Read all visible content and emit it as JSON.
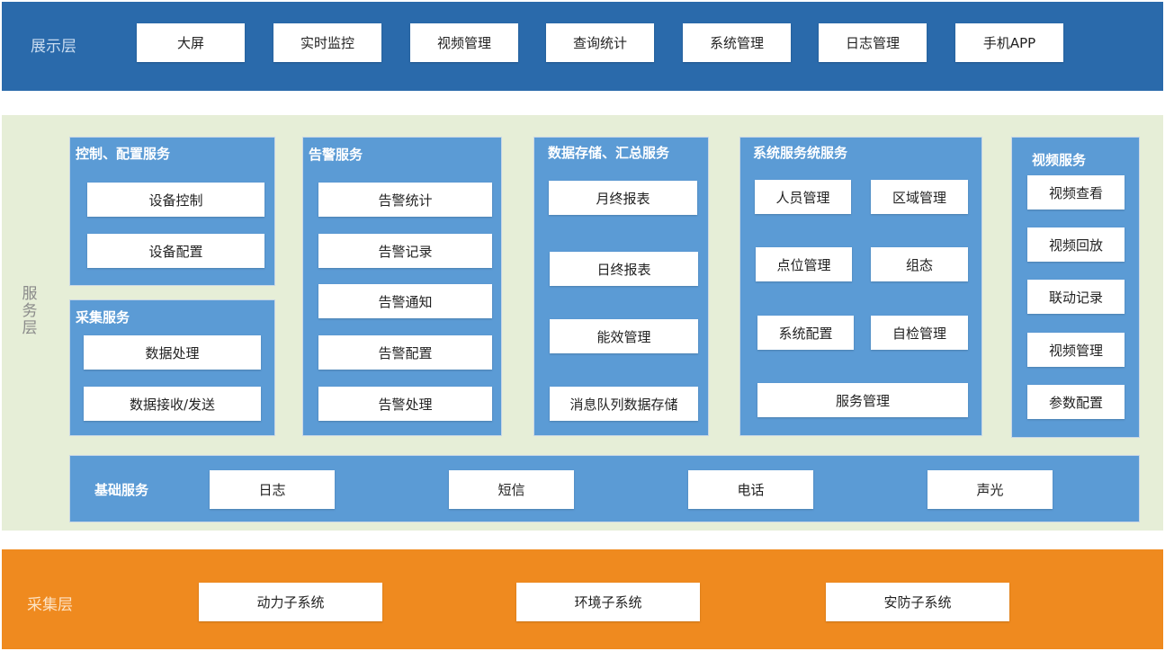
{
  "colors": {
    "presentation_bg": "#2a6aab",
    "service_bg": "#e6eed7",
    "panel_bg": "#5b9bd5",
    "collection_bg": "#ef8a1f",
    "presentation_title": "#c9dcf0",
    "service_title": "#8a8a8a",
    "collection_title": "#fde3c4"
  },
  "presentation": {
    "title": "展示层",
    "items": [
      "大屏",
      "实时监控",
      "视频管理",
      "查询统计",
      "系统管理",
      "日志管理",
      "手机APP"
    ]
  },
  "service": {
    "title": "服务层",
    "control_config": {
      "title": "控制、配置服务",
      "items": [
        "设备控制",
        "设备配置"
      ]
    },
    "collect": {
      "title": "采集服务",
      "items": [
        "数据处理",
        "数据接收/发送"
      ]
    },
    "alarm": {
      "title": "告警服务",
      "items": [
        "告警统计",
        "告警记录",
        "告警通知",
        "告警配置",
        "告警处理"
      ]
    },
    "storage": {
      "title": "数据存储、汇总服务",
      "items": [
        "月终报表",
        "日终报表",
        "能效管理",
        "消息队列数据存储"
      ]
    },
    "system": {
      "title": "系统服务统服务",
      "items": [
        "人员管理",
        "区域管理",
        "点位管理",
        "组态",
        "系统配置",
        "自检管理",
        "服务管理"
      ]
    },
    "video": {
      "title": "视频服务",
      "items": [
        "视频查看",
        "视频回放",
        "联动记录",
        "视频管理",
        "参数配置"
      ]
    },
    "base": {
      "title": "基础服务",
      "items": [
        "日志",
        "短信",
        "电话",
        "声光"
      ]
    }
  },
  "collection": {
    "title": "采集层",
    "items": [
      "动力子系统",
      "环境子系统",
      "安防子系统"
    ]
  }
}
